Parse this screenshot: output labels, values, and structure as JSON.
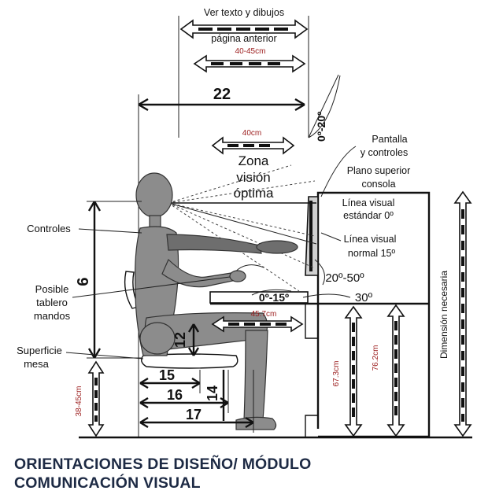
{
  "top_note": {
    "line1": "Ver texto y dibujos",
    "line2": "página anterior"
  },
  "dims": {
    "d_40_45cm": "40-45cm",
    "d_22": "22",
    "d_40cm": "40cm",
    "d_6": "6",
    "d_12": "12",
    "d_15": "15",
    "d_16": "16",
    "d_14": "14",
    "d_17": "17",
    "d_45_7cm": "45.7cm",
    "d_38_45cm": "38-45cm",
    "d_67_3cm": "67.3cm",
    "d_76_2cm": "76.2cm"
  },
  "zona": {
    "l1": "Zona",
    "l2": "visión",
    "l3": "óptima"
  },
  "labels": {
    "pantalla1": "Pantalla",
    "pantalla2": "y controles",
    "plano1": "Plano superior",
    "plano2": "consola",
    "linea_std1": "Línea visual",
    "linea_std2": "estándar 0º",
    "linea_nrm1": "Línea visual",
    "linea_nrm2": "normal 15º",
    "controles": "Controles",
    "posible1": "Posible",
    "posible2": "tablero",
    "posible3": "mandos",
    "superficie1": "Superficie",
    "superficie2": "mesa",
    "dimension": "Dimensión necesaria"
  },
  "angles": {
    "a_0_20": "0º-20º",
    "a_20_50": "20º-50º",
    "a_0_15": "0º-15º",
    "a_30": "30º"
  },
  "title": {
    "line1": "ORIENTACIONES DE DISEÑO/ MÓDULO",
    "line2": "COMUNICACIÓN VISUAL"
  }
}
